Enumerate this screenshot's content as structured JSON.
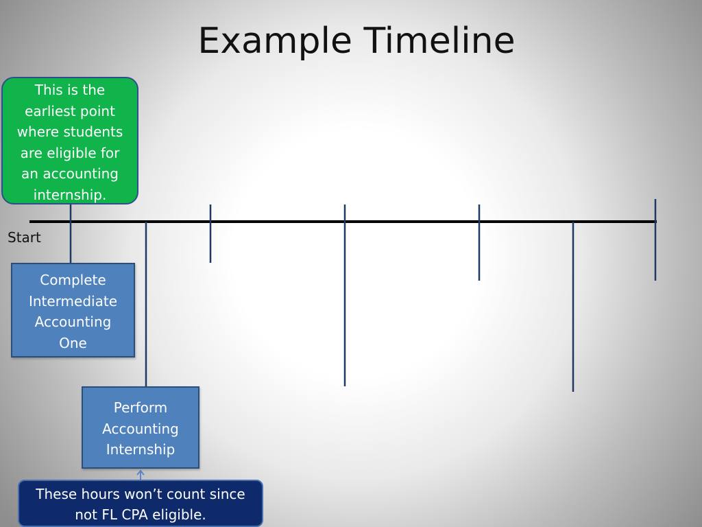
{
  "slide": {
    "title": "Example Timeline",
    "start_label": "Start",
    "callouts": {
      "earliest_point": [
        "This is the",
        "earliest point",
        "where students",
        "are eligible for",
        "an accounting",
        "internship."
      ],
      "complete_intermediate": [
        "Complete",
        "Intermediate",
        "Accounting",
        "One"
      ],
      "perform_internship": [
        "Perform",
        "Accounting",
        "Internship"
      ],
      "hours_note": [
        "These hours won’t count since",
        "not FL CPA eligible."
      ]
    },
    "colors": {
      "green_callout": "#11b34b",
      "blue_box": "#4f81bd",
      "navy_note": "#0f2a6b",
      "tick": "#1f3864",
      "timeline": "#000000"
    }
  }
}
